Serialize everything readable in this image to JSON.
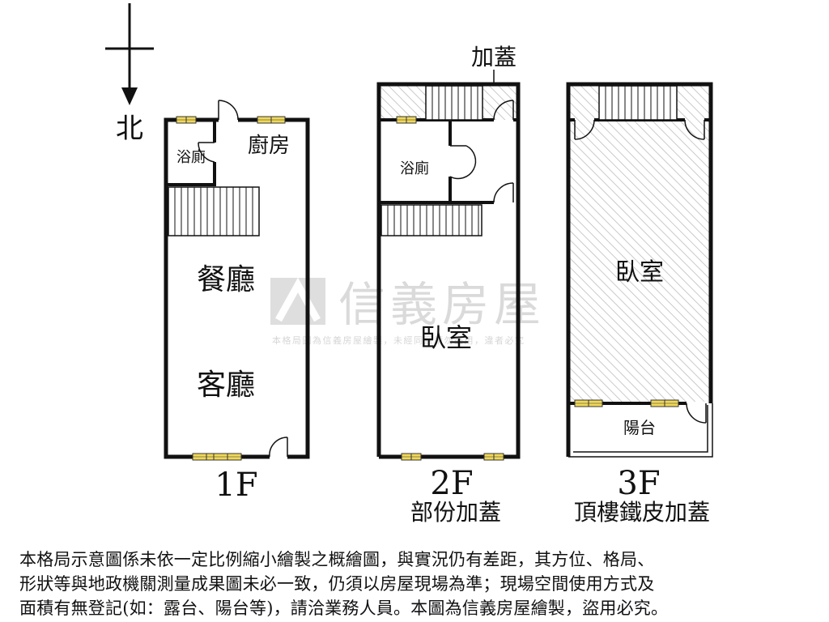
{
  "compass": {
    "north_label": "北"
  },
  "watermark": {
    "brand": "信義房屋",
    "notice": "本格局圖為信義房屋繪製，未經同意請勿盜用，違者必究"
  },
  "floors": [
    {
      "id": "1F",
      "label": "1F",
      "subtitle": "",
      "rooms": {
        "bath": "浴廁",
        "kitchen": "廚房",
        "dining": "餐廳",
        "living": "客廳"
      }
    },
    {
      "id": "2F",
      "label": "2F",
      "subtitle": "部份加蓋",
      "rooms": {
        "addition": "加蓋",
        "bath": "浴廁",
        "bedroom": "臥室"
      }
    },
    {
      "id": "3F",
      "label": "3F",
      "subtitle": "頂樓鐵皮加蓋",
      "rooms": {
        "bedroom": "臥室",
        "balcony": "陽台"
      }
    }
  ],
  "disclaimer": {
    "line1": "本格局示意圖係未依一定比例縮小繪製之概繪圖，與實況仍有差距，其方位、格局、",
    "line2": "形狀等與地政機關測量成果圖未必一致，仍須以房屋現場為準；現場空間使用方式及",
    "line3": "面積有無登記(如：露台、陽台等)，請洽業務人員。本圖為信義房屋繪製，盜用必究。"
  },
  "colors": {
    "wall": "#111111",
    "window": "#e8c84a",
    "hatch": "#c8c8c8",
    "watermark": "#cfcfcf"
  }
}
